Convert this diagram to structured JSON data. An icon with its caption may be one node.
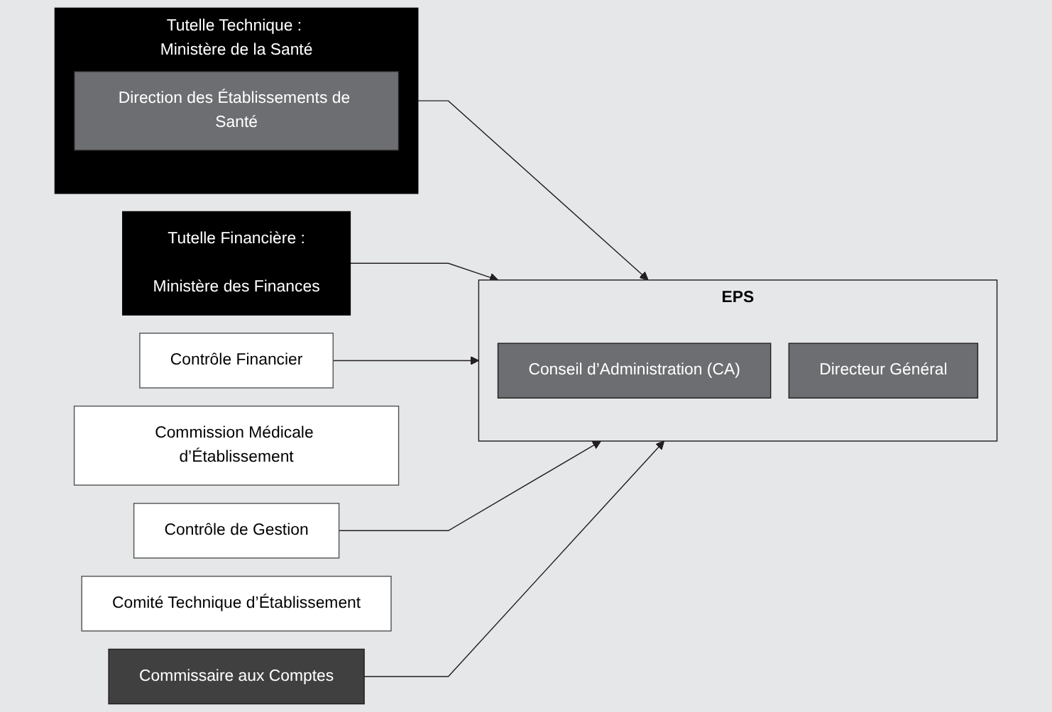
{
  "diagram": {
    "nodes": [
      {
        "text": [
          "Tutelle Technique : Ministère de la Santé"
        ]
      },
      {
        "text": [
          "Direction des Établissements de Santé"
        ],
        "in": 0
      },
      {
        "text": [
          "Tutelle Financière :",
          "Ministère des Finances"
        ]
      },
      {
        "text": [
          "Contrôle Financier"
        ]
      },
      {
        "text": [
          "EPS"
        ]
      },
      {
        "text": [
          "Conseil d’Administration (CA)"
        ],
        "in": 4
      },
      {
        "text": [
          "Directeur Général"
        ],
        "in": 4
      },
      {
        "text": [
          "Commission Médicale d’Établissement"
        ]
      },
      {
        "text": [
          "Contrôle de Gestion"
        ]
      },
      {
        "text": [
          "Comité Technique d’Établissement"
        ]
      },
      {
        "text": [
          "Commissaire aux Comptes"
        ]
      }
    ],
    "edges": [
      {
        "from": 0,
        "to": 4,
        "arrow": "to"
      },
      {
        "from": 2,
        "to": 4,
        "arrow": "to"
      },
      {
        "from": 3,
        "to": 4,
        "arrow": "to"
      },
      {
        "from": 8,
        "to": 4,
        "arrow": "to"
      },
      {
        "from": 10,
        "to": 4,
        "arrow": "to"
      }
    ]
  }
}
